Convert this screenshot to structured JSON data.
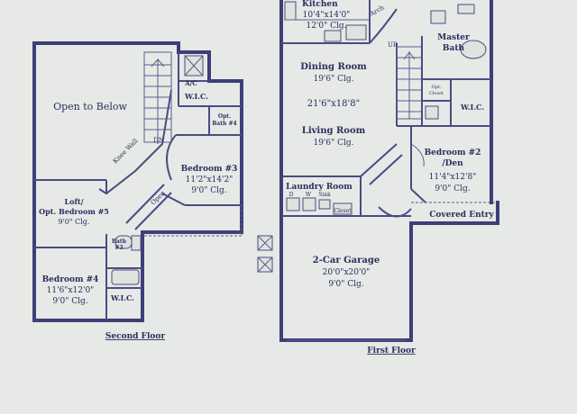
{
  "second_floor": {
    "caption": "Second Floor",
    "open_to_below": "Open to Below",
    "ac": "A/C",
    "wic_top": "W.I.C.",
    "opt_bath4_line1": "Opt.",
    "opt_bath4_line2": "Bath #4",
    "dn": "DN",
    "knee_wall": "Knee Wall",
    "bedroom3": {
      "name": "Bedroom #3",
      "size": "11'2\"x14'2\"",
      "clg": "9'0\" Clg."
    },
    "open_label": "Open",
    "loft": {
      "line1": "Loft/",
      "line2": "Opt. Bedroom #5",
      "clg": "9'0\" Clg."
    },
    "bath3_line1": "Bath",
    "bath3_line2": "#3",
    "bedroom4": {
      "name": "Bedroom #4",
      "size": "11'6\"x12'0\"",
      "clg": "9'0\" Clg."
    },
    "wic_bottom": "W.I.C."
  },
  "first_floor": {
    "caption": "First Floor",
    "kitchen": {
      "name": "Kitchen",
      "size": "10'4\"x14'0\"",
      "clg": "12'0\" Clg."
    },
    "arch": "Arch",
    "up": "UP",
    "master_bath_line1": "Master",
    "master_bath_line2": "Bath",
    "dining": {
      "name": "Dining Room",
      "clg": "19'6\" Clg."
    },
    "dining_living_size": "21'6\"x18'8\"",
    "living": {
      "name": "Living Room",
      "clg": "19'6\" Clg."
    },
    "opt_closet_line1": "Opt.",
    "opt_closet_line2": "Closet",
    "wic": "W.I.C.",
    "bedroom2": {
      "line1": "Bedroom #2",
      "line2": "/Den",
      "size": "11'4\"x12'8\"",
      "clg": "9'0\" Clg."
    },
    "laundry": "Laundry Room",
    "laundry_d": "D",
    "laundry_w": "W",
    "laundry_sink": "Sink",
    "laundry_closet": "Closet",
    "covered_entry": "Covered Entry",
    "garage": {
      "name": "2-Car Garage",
      "size": "20'0\"x20'0\"",
      "clg": "9'0\" Clg."
    }
  },
  "colors": {
    "paper": "#e6e9e6",
    "ink": "#3d3f78"
  }
}
